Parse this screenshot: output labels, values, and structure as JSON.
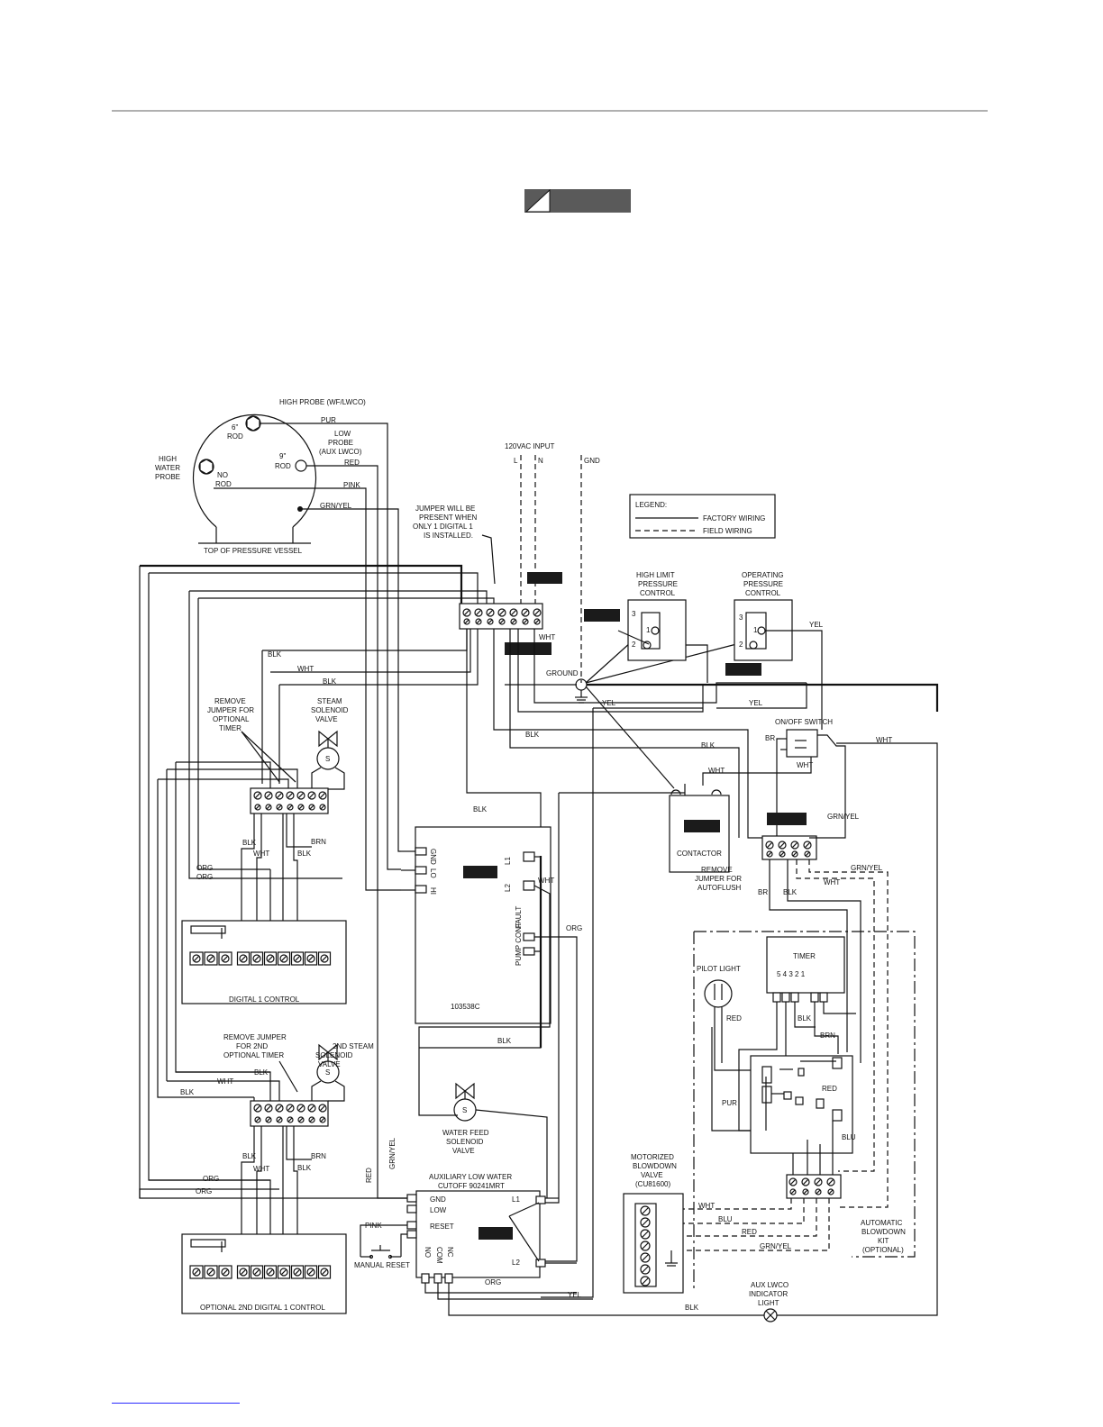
{
  "labels": {
    "high_probe": "HIGH PROBE (WF/LWCO)",
    "rod6": "6\"",
    "rod6b": "ROD",
    "low_probe1": "LOW",
    "low_probe2": "PROBE",
    "low_probe3": "(AUX LWCO)",
    "rod9": "9\"",
    "rod9b": "ROD",
    "high_water1": "HIGH",
    "high_water2": "WATER",
    "high_water3": "PROBE",
    "norod1": "NO",
    "norod2": "ROD",
    "top_vessel": "TOP OF PRESSURE VESSEL",
    "vac_input": "120VAC INPUT",
    "L": "L",
    "N": "N",
    "GND": "GND",
    "jumper1": "JUMPER WILL BE",
    "jumper2": "PRESENT WHEN",
    "jumper3": "ONLY 1 DIGITAL 1",
    "jumper4": "IS INSTALLED.",
    "legend": "LEGEND:",
    "factory": "FACTORY WIRING",
    "field": "FIELD WIRING",
    "hl1": "HIGH LIMIT",
    "hl2": "PRESSURE",
    "hl3": "CONTROL",
    "op1": "OPERATING",
    "op2": "PRESSURE",
    "op3": "CONTROL",
    "remove1": "REMOVE",
    "remove2": "JUMPER FOR",
    "remove3": "OPTIONAL",
    "remove4": "TIMER",
    "steam1": "STEAM",
    "steam2": "SOLENOID",
    "steam3": "VALVE",
    "ground": "GROUND",
    "onoff": "ON/OFF SWITCH",
    "contactor": "CONTACTOR",
    "autoflush1": "REMOVE",
    "autoflush2": "JUMPER FOR",
    "autoflush3": "AUTOFLUSH",
    "digital1": "DIGITAL 1 CONTROL",
    "board": "103538C",
    "gnd_t": "GND",
    "lo_t": "LO",
    "hi_t": "HI",
    "l1": "L1",
    "l2": "L2",
    "fault": "FAULT",
    "pumpcont": "PUMP CONT",
    "pilot": "PILOT LIGHT",
    "timer": "TIMER",
    "timer_pins": "5  4  3      2  1",
    "steam2_1": "2ND STEAM",
    "steam2_2": "SOLENOID",
    "steam2_3": "VALVE",
    "remove2_1": "REMOVE JUMPER",
    "remove2_2": "FOR 2ND",
    "remove2_3": "OPTIONAL TIMER",
    "wf1": "WATER FEED",
    "wf2": "SOLENOID",
    "wf3": "VALVE",
    "mbv1": "MOTORIZED",
    "mbv2": "BLOWDOWN",
    "mbv3": "VALVE",
    "mbv4": "(CU81600)",
    "aux1": "AUXILIARY LOW WATER",
    "aux2": "CUTOFF 90241MRT",
    "aux_gnd": "GND",
    "aux_low": "LOW",
    "aux_reset": "RESET",
    "aux_l1": "L1",
    "aux_l2": "L2",
    "aux_no": "NO",
    "aux_com": "COM",
    "aux_nc": "NC",
    "manual_reset": "MANUAL RESET",
    "abk1": "AUTOMATIC",
    "abk2": "BLOWDOWN",
    "abk3": "KIT",
    "abk4": "(OPTIONAL)",
    "auxind1": "AUX LWCO",
    "auxind2": "INDICATOR",
    "auxind3": "LIGHT",
    "opt_digital": "OPTIONAL 2ND DIGITAL 1 CONTROL",
    "s": "S",
    "x": "x"
  },
  "wires": {
    "pur": "PUR",
    "red": "RED",
    "pink": "PINK",
    "grnyel": "GRN/YEL",
    "blk": "BLK",
    "wht": "WHT",
    "yel": "YEL",
    "org": "ORG",
    "brn": "BRN",
    "br": "BR",
    "blu": "BLU"
  },
  "terminal_nums": {
    "t3": "3",
    "t1": "1",
    "t2": "2"
  },
  "colors": {
    "line": "#111111",
    "redaction": "#1b1b1b",
    "warning": "#5a5a5a",
    "rule": "#b0b0b0"
  }
}
